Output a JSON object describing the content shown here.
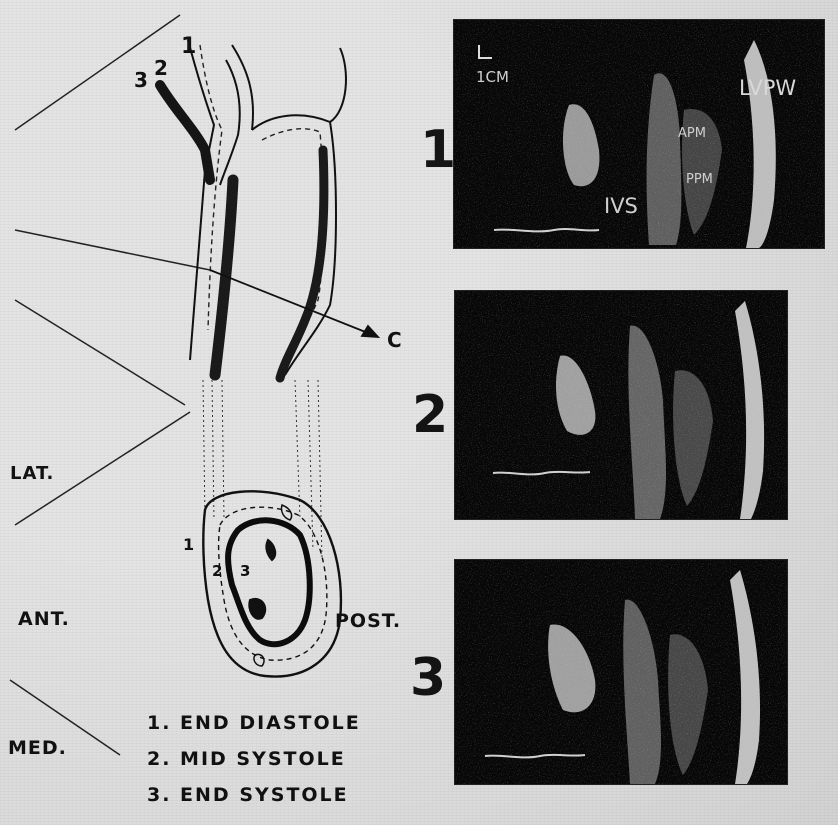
{
  "diagram": {
    "slice_labels": [
      "1",
      "2",
      "3"
    ],
    "arrow_label": "C",
    "orientation": {
      "lateral": "LAT.",
      "anterior": "ANT.",
      "medial": "MED.",
      "posterior": "POST."
    },
    "cross_section_labels": [
      "1",
      "2",
      "3"
    ]
  },
  "legend": [
    "1. END DIASTOLE",
    "2. MID SYSTOLE",
    "3. END SYSTOLE"
  ],
  "panels": [
    {
      "number": "1",
      "scale": "1CM",
      "labels": {
        "lvpw": "LVPW",
        "apm": "APM",
        "ppm": "PPM",
        "ivs": "IVS"
      }
    },
    {
      "number": "2"
    },
    {
      "number": "3"
    }
  ]
}
